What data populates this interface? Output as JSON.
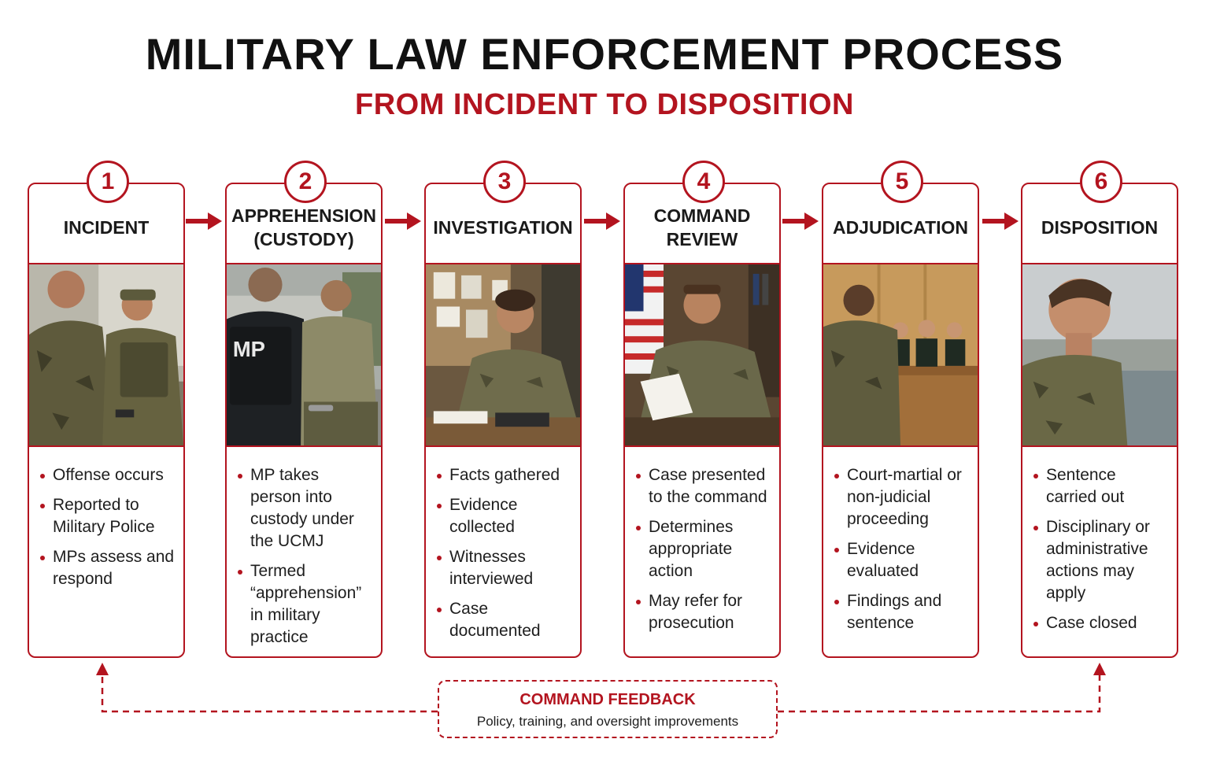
{
  "header": {
    "title": "MILITARY LAW ENFORCEMENT PROCESS",
    "subtitle": "FROM INCIDENT TO DISPOSITION"
  },
  "colors": {
    "accent": "#b3141f",
    "text": "#1c1c1c",
    "camo": "#5b5a3c"
  },
  "steps": [
    {
      "number": "1",
      "title": "INCIDENT",
      "bullets": [
        "Offense occurs",
        "Reported to Military Police",
        "MPs assess and respond"
      ]
    },
    {
      "number": "2",
      "title": "APPREHENSION\n(CUSTODY)",
      "bullets": [
        "MP takes person into custody under the UCMJ",
        "Termed “apprehension” in military practice"
      ],
      "photo_label": "MP"
    },
    {
      "number": "3",
      "title": "INVESTIGATION",
      "bullets": [
        "Facts gathered",
        "Evidence collected",
        "Witnesses interviewed",
        "Case documented"
      ]
    },
    {
      "number": "4",
      "title": "COMMAND\nREVIEW",
      "bullets": [
        "Case presented to the command",
        "Determines appropriate action",
        "May refer for prosecution"
      ]
    },
    {
      "number": "5",
      "title": "ADJUDICATION",
      "bullets": [
        "Court-martial or non-judicial proceeding",
        "Evidence evaluated",
        "Findings and sentence"
      ]
    },
    {
      "number": "6",
      "title": "DISPOSITION",
      "bullets": [
        "Sentence carried out",
        "Disciplinary or administrative actions may apply",
        "Case closed"
      ]
    }
  ],
  "feedback": {
    "title": "COMMAND FEEDBACK",
    "subtitle": "Policy, training, and oversight improvements"
  }
}
